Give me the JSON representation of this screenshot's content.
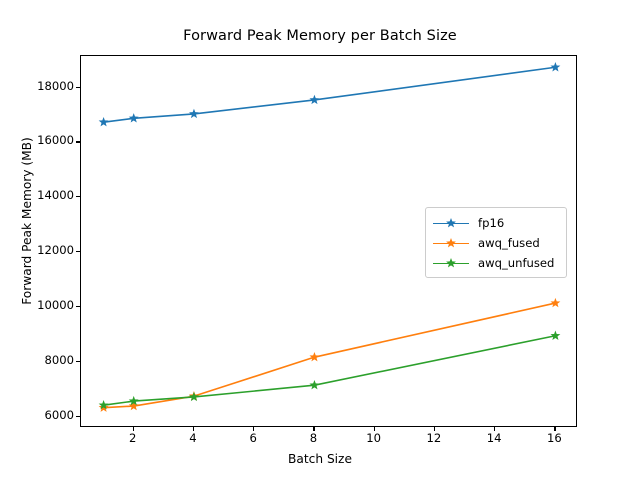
{
  "chart_data": {
    "type": "line",
    "title": "Forward Peak Memory per Batch Size",
    "xlabel": "Batch Size",
    "ylabel": "Forward Peak Memory (MB)",
    "x": [
      1,
      2,
      4,
      8,
      16
    ],
    "xlim": [
      0.25,
      16.75
    ],
    "ylim": [
      5600,
      19150
    ],
    "xticks": [
      2,
      4,
      6,
      8,
      10,
      12,
      14,
      16
    ],
    "xtick_labels": [
      "2",
      "4",
      "6",
      "8",
      "10",
      "12",
      "14",
      "16"
    ],
    "yticks": [
      6000,
      8000,
      10000,
      12000,
      14000,
      16000,
      18000
    ],
    "ytick_labels": [
      "6000",
      "8000",
      "10000",
      "12000",
      "14000",
      "16000",
      "18000"
    ],
    "grid": false,
    "legend_position": "center right",
    "marker": "star",
    "series": [
      {
        "name": "fp16",
        "color": "#1f77b4",
        "values": [
          16740,
          16880,
          17040,
          17550,
          18740
        ]
      },
      {
        "name": "awq_fused",
        "color": "#ff7f0e",
        "values": [
          6340,
          6400,
          6760,
          8180,
          10150
        ]
      },
      {
        "name": "awq_unfused",
        "color": "#2ca02c",
        "values": [
          6430,
          6580,
          6730,
          7160,
          8960
        ]
      }
    ]
  }
}
